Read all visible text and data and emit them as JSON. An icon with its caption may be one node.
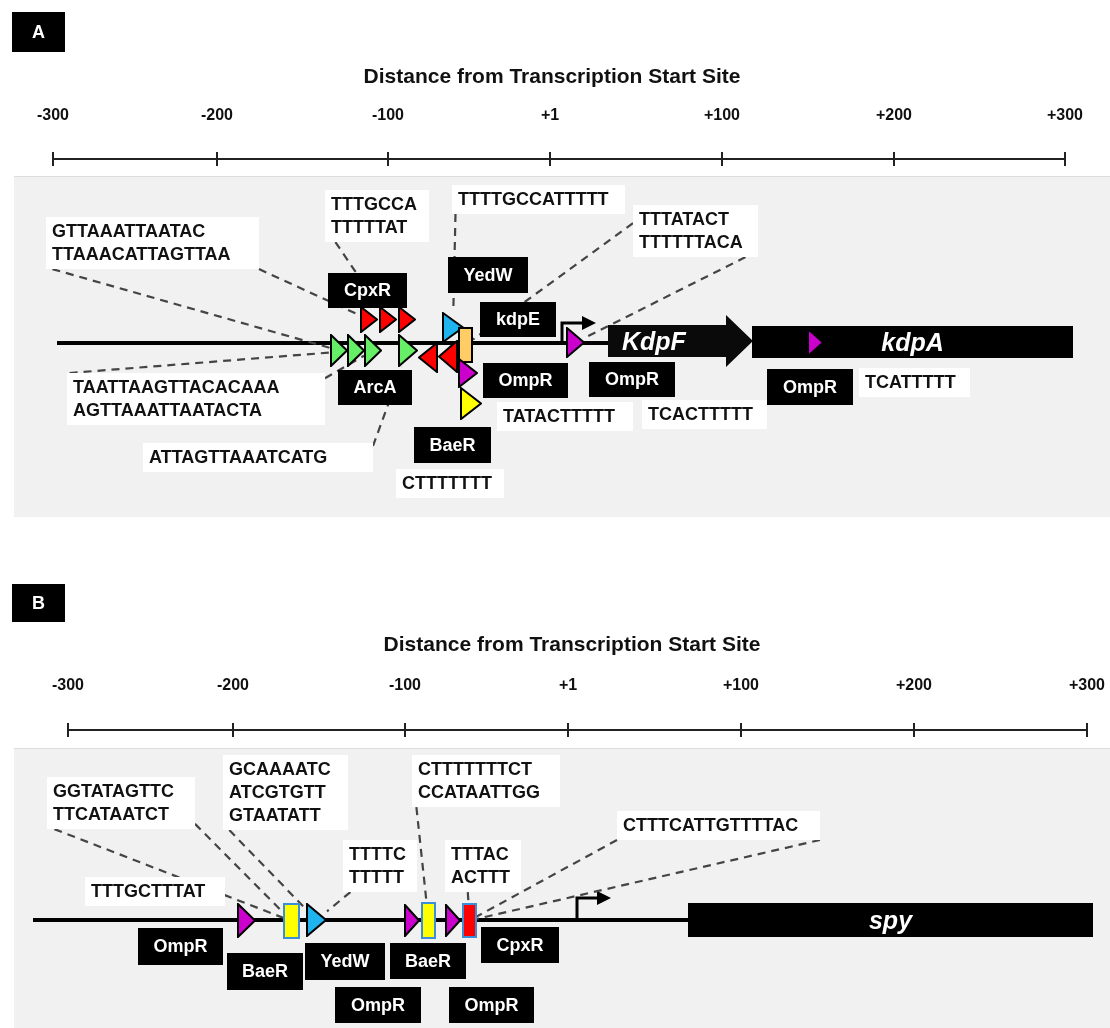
{
  "diagram": {
    "nodes": [
      {
        "text": [
          "A"
        ]
      },
      {
        "text": [
          "GTTAAATTAATAC TTAAACATTAGTTAA"
        ]
      },
      {
        "text": [
          "TTTGCCA TTTTTAT"
        ]
      },
      {
        "text": [
          "TTTTGCCATTTTT"
        ]
      },
      {
        "text": [
          "TTTATACT TTTTTTACA"
        ]
      },
      {
        "text": [
          "YedW"
        ]
      },
      {
        "text": [
          "CpxR"
        ]
      },
      {
        "text": [
          "kdpE"
        ]
      },
      {
        "text": [
          "KdpF"
        ]
      },
      {
        "text": [
          "kdpA"
        ]
      },
      {
        "text": [
          "ArcA"
        ]
      },
      {
        "text": [
          "OmpR"
        ]
      },
      {
        "text": [
          "OmpR"
        ]
      },
      {
        "text": [
          "OmpR"
        ]
      },
      {
        "text": [
          "TCATTTTT"
        ]
      },
      {
        "text": [
          "TAATTAAGTTACACAAA AGTTAAATTAATACTA"
        ]
      },
      {
        "text": [
          "TATACTTTTT"
        ]
      },
      {
        "text": [
          "TCACTTTTT"
        ]
      },
      {
        "text": [
          "BaeR"
        ]
      },
      {
        "text": [
          "ATTAGTTAAATCATG"
        ]
      },
      {
        "text": [
          "CTTTTTTT"
        ]
      },
      {
        "text": [],
        "shape": "triangle"
      },
      {
        "text": [],
        "shape": "triangle"
      },
      {
        "text": [],
        "shape": "triangle"
      },
      {
        "text": [],
        "shape": "triangle"
      },
      {
        "text": [],
        "shape": "triangle"
      },
      {
        "text": [],
        "shape": "triangle"
      },
      {
        "text": [],
        "shape": "triangle"
      },
      {
        "text": [],
        "shape": "triangle"
      },
      {
        "text": [],
        "shape": "triangle"
      },
      {
        "text": [],
        "shape": "triangle"
      },
      {
        "text": [],
        "shape": "box"
      },
      {
        "text": [],
        "shape": "triangle"
      },
      {
        "text": [],
        "shape": "triangle"
      },
      {
        "text": [],
        "shape": "triangle"
      },
      {
        "text": [],
        "shape": "triangle",
        "in": 9
      },
      {
        "text": [
          "B"
        ]
      },
      {
        "text": [
          "GCAAAATC ATCGTGTT GTAATATT"
        ]
      },
      {
        "text": [
          "CTTTTTTTCT CCATAATTGG"
        ]
      },
      {
        "text": [
          "GGTATAGTTC TTCATAATCT"
        ]
      },
      {
        "text": [
          "CTTTCATTGTTTTAC"
        ]
      },
      {
        "text": [
          "TTTTC TTTTT"
        ]
      },
      {
        "text": [
          "TTTAC ACTTT"
        ]
      },
      {
        "text": [
          "TTTGCTTTAT"
        ]
      },
      {
        "text": [
          "spy"
        ]
      },
      {
        "text": [
          "OmpR"
        ]
      },
      {
        "text": [
          "BaeR"
        ]
      },
      {
        "text": [
          "YedW"
        ]
      },
      {
        "text": [
          "BaeR"
        ]
      },
      {
        "text": [
          "CpxR"
        ]
      },
      {
        "text": [
          "OmpR"
        ]
      },
      {
        "text": [
          "OmpR"
        ]
      },
      {
        "text": [],
        "shape": "triangle"
      },
      {
        "text": [],
        "shape": "box"
      },
      {
        "text": [],
        "shape": "triangle"
      },
      {
        "text": [],
        "shape": "triangle"
      },
      {
        "text": [],
        "shape": "box"
      },
      {
        "text": [],
        "shape": "triangle"
      },
      {
        "text": [],
        "shape": "box"
      }
    ],
    "edges": [
      {
        "from": 1,
        "to": 24,
        "arrow": "none",
        "style": "dashed"
      },
      {
        "from": 1,
        "to": 21,
        "arrow": "none",
        "style": "dashed"
      },
      {
        "from": 2,
        "to": 22,
        "arrow": "none",
        "style": "dashed"
      },
      {
        "from": 3,
        "to": 30,
        "arrow": "none",
        "style": "dashed"
      },
      {
        "from": 4,
        "to": 31,
        "arrow": "none",
        "style": "dashed"
      },
      {
        "from": 4,
        "to": 34,
        "arrow": "none",
        "style": "dashed"
      },
      {
        "from": 15,
        "to": 25,
        "arrow": "none",
        "style": "dashed"
      },
      {
        "from": 15,
        "to": 26,
        "arrow": "none",
        "style": "dashed"
      },
      {
        "from": 19,
        "to": 27,
        "arrow": "none",
        "style": "dashed"
      },
      {
        "from": 39,
        "to": 53,
        "arrow": "none",
        "style": "dashed"
      },
      {
        "from": 39,
        "to": 53,
        "arrow": "none",
        "style": "dashed"
      },
      {
        "from": 37,
        "to": 54,
        "arrow": "none",
        "style": "dashed"
      },
      {
        "from": 41,
        "to": 54,
        "arrow": "none",
        "style": "dashed"
      },
      {
        "from": 38,
        "to": 56,
        "arrow": "none",
        "style": "dashed"
      },
      {
        "from": 42,
        "to": 58,
        "arrow": "none",
        "style": "dashed"
      },
      {
        "from": 40,
        "to": 58,
        "arrow": "none",
        "style": "dashed"
      },
      {
        "from": 40,
        "to": 58,
        "arrow": "none",
        "style": "dashed"
      }
    ],
    "labels": [
      "Distance from Transcription Start Site",
      "-300",
      "-200",
      "-100",
      "+1",
      "+100",
      "+200",
      "+300",
      "Distance from Transcription Start Site",
      "-300",
      "-200",
      "-100",
      "+1",
      "+100",
      "+200",
      "+300"
    ]
  }
}
